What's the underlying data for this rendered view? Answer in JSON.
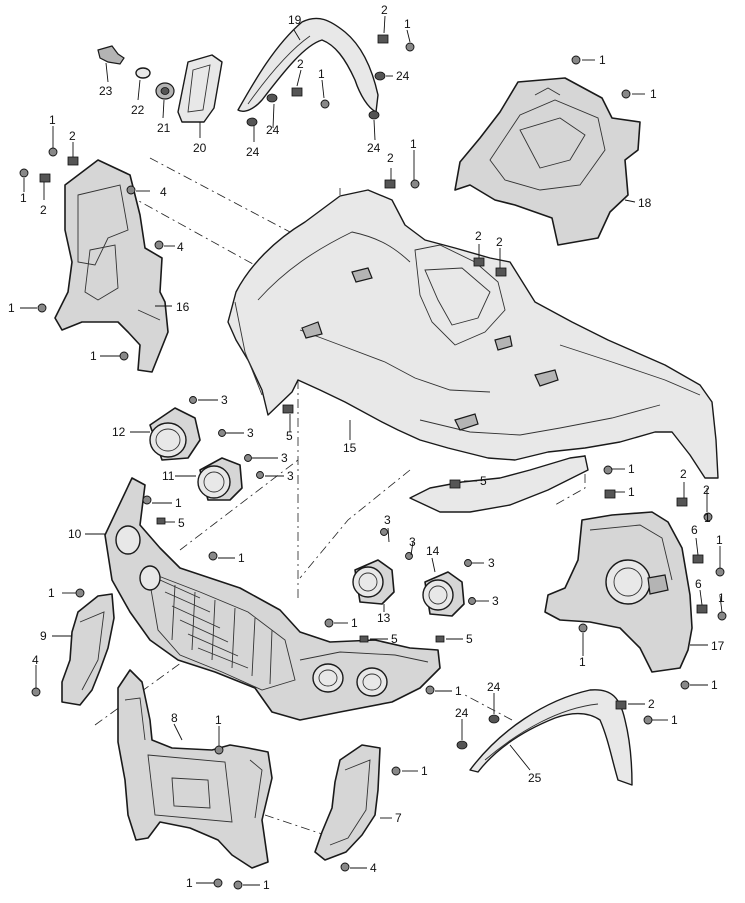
{
  "diagram": {
    "callouts": [
      {
        "id": "c19",
        "text": "19"
      },
      {
        "id": "c2a",
        "text": "2"
      },
      {
        "id": "c1a",
        "text": "1"
      },
      {
        "id": "c2b",
        "text": "2"
      },
      {
        "id": "c1b",
        "text": "1"
      },
      {
        "id": "c24a",
        "text": "24"
      },
      {
        "id": "c24b",
        "text": "24"
      },
      {
        "id": "c24c",
        "text": "24"
      },
      {
        "id": "c24d",
        "text": "24"
      },
      {
        "id": "c23",
        "text": "23"
      },
      {
        "id": "c22",
        "text": "22"
      },
      {
        "id": "c21",
        "text": "21"
      },
      {
        "id": "c20",
        "text": "20"
      },
      {
        "id": "c1c",
        "text": "1"
      },
      {
        "id": "c1d",
        "text": "1"
      },
      {
        "id": "c18",
        "text": "18"
      },
      {
        "id": "c1e",
        "text": "1"
      },
      {
        "id": "c2c",
        "text": "2"
      },
      {
        "id": "c1f",
        "text": "1"
      },
      {
        "id": "c2d",
        "text": "2"
      },
      {
        "id": "c4a",
        "text": "4"
      },
      {
        "id": "c4b",
        "text": "4"
      },
      {
        "id": "c1g",
        "text": "1"
      },
      {
        "id": "c16",
        "text": "16"
      },
      {
        "id": "c1h",
        "text": "1"
      },
      {
        "id": "c2e",
        "text": "2"
      },
      {
        "id": "c1i",
        "text": "1"
      },
      {
        "id": "c2f",
        "text": "2"
      },
      {
        "id": "c2g",
        "text": "2"
      },
      {
        "id": "c3a",
        "text": "3"
      },
      {
        "id": "c3b",
        "text": "3"
      },
      {
        "id": "c12",
        "text": "12"
      },
      {
        "id": "c5a",
        "text": "5"
      },
      {
        "id": "c15",
        "text": "15"
      },
      {
        "id": "c3c",
        "text": "3"
      },
      {
        "id": "c3d",
        "text": "3"
      },
      {
        "id": "c11",
        "text": "11"
      },
      {
        "id": "c1j",
        "text": "1"
      },
      {
        "id": "c5b",
        "text": "5"
      },
      {
        "id": "c10",
        "text": "10"
      },
      {
        "id": "c5c",
        "text": "5"
      },
      {
        "id": "c1k",
        "text": "1"
      },
      {
        "id": "c2h",
        "text": "2"
      },
      {
        "id": "c1l",
        "text": "1"
      },
      {
        "id": "c2i",
        "text": "2"
      },
      {
        "id": "c1m",
        "text": "1"
      },
      {
        "id": "c6a",
        "text": "6"
      },
      {
        "id": "c1n",
        "text": "1"
      },
      {
        "id": "c6b",
        "text": "6"
      },
      {
        "id": "c1o",
        "text": "1"
      },
      {
        "id": "c1p",
        "text": "1"
      },
      {
        "id": "c3e",
        "text": "3"
      },
      {
        "id": "c3f",
        "text": "3"
      },
      {
        "id": "c14",
        "text": "14"
      },
      {
        "id": "c3g",
        "text": "3"
      },
      {
        "id": "c3h",
        "text": "3"
      },
      {
        "id": "c13",
        "text": "13"
      },
      {
        "id": "c1q",
        "text": "1"
      },
      {
        "id": "c9",
        "text": "9"
      },
      {
        "id": "c1r",
        "text": "1"
      },
      {
        "id": "c5d",
        "text": "5"
      },
      {
        "id": "c5e",
        "text": "5"
      },
      {
        "id": "c4c",
        "text": "4"
      },
      {
        "id": "c1s",
        "text": "1"
      },
      {
        "id": "c17",
        "text": "17"
      },
      {
        "id": "c1t",
        "text": "1"
      },
      {
        "id": "c1u",
        "text": "1"
      },
      {
        "id": "c24e",
        "text": "24"
      },
      {
        "id": "c2j",
        "text": "2"
      },
      {
        "id": "c24f",
        "text": "24"
      },
      {
        "id": "c1v",
        "text": "1"
      },
      {
        "id": "c8",
        "text": "8"
      },
      {
        "id": "c1w",
        "text": "1"
      },
      {
        "id": "c1x",
        "text": "1"
      },
      {
        "id": "c7",
        "text": "7"
      },
      {
        "id": "c25",
        "text": "25"
      },
      {
        "id": "c1y",
        "text": "1"
      },
      {
        "id": "c1z",
        "text": "1"
      },
      {
        "id": "c4d",
        "text": "4"
      }
    ]
  }
}
